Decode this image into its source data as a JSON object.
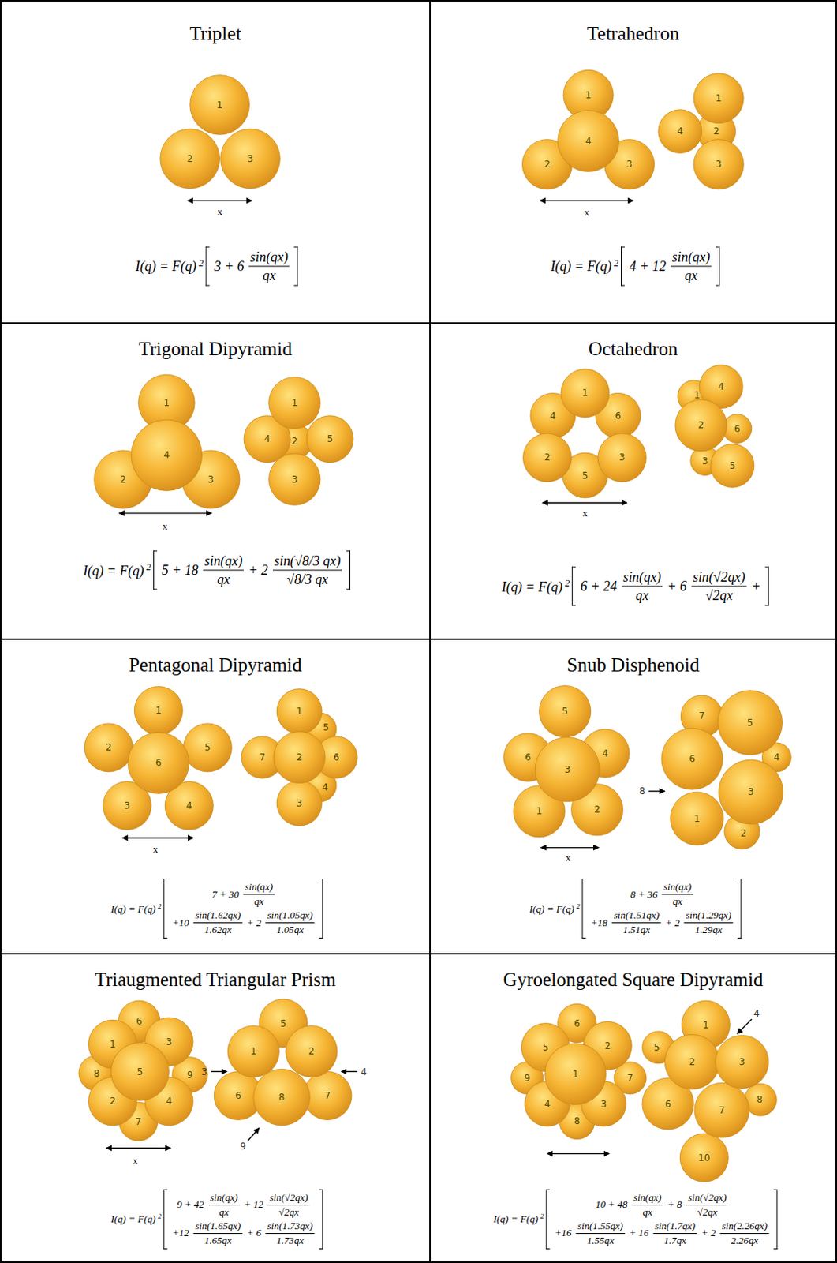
{
  "diagram": {
    "nodes": [
      {
        "text": [
          "Triplet"
        ]
      },
      {
        "text": [
          "Tetrahedron"
        ]
      },
      {
        "text": [
          "Trigonal Dipyramid"
        ]
      },
      {
        "text": [
          "Octahedron"
        ]
      },
      {
        "text": [
          "Pentagonal Dipyramid"
        ]
      },
      {
        "text": [
          "Snub Disphenoid"
        ]
      },
      {
        "text": [
          "Triaugmented Triangular Prism"
        ]
      },
      {
        "text": [
          "Gyroelongated Square Dipyramid"
        ]
      }
    ],
    "labels": [
      "1",
      "2",
      "3",
      "x",
      "I(q) = F(q)",
      "2",
      "3 + 6",
      "sin(qx)",
      "qx",
      "1",
      "2",
      "3",
      "4",
      "2",
      "4",
      "1",
      "3",
      "x",
      "I(q) = F(q)",
      "2",
      "4 + 12",
      "sin(qx)",
      "qx",
      "1",
      "2",
      "3",
      "4",
      "2",
      "4",
      "5",
      "1",
      "3",
      "x",
      "I(q) = F(q)",
      "2",
      "5 + 18",
      "sin(qx)",
      "qx",
      "+ 2",
      "sin(√8/3 qx)",
      "√8/3 qx",
      "4",
      "6",
      "5",
      "1",
      "2",
      "3",
      "1",
      "6",
      "3",
      "4",
      "5",
      "2",
      "x",
      "I(q) = F(q)",
      "2",
      "6 + 24",
      "sin(qx)",
      "qx",
      "+ 6",
      "sin(√2qx)",
      "√2qx",
      "+",
      "1",
      "2",
      "5",
      "3",
      "4",
      "6",
      "5",
      "4",
      "7",
      "6",
      "1",
      "3",
      "2",
      "x",
      "I(q) = F(q)",
      "2",
      "7 + 30",
      "sin(qx)",
      "qx",
      "+10",
      "sin(1.62qx)",
      "1.62qx",
      "+ 2",
      "sin(1.05qx)",
      "1.05qx",
      "5",
      "6",
      "4",
      "1",
      "2",
      "3",
      "4",
      "2",
      "7",
      "1",
      "6",
      "5",
      "3",
      "8",
      "x",
      "I(q) = F(q)",
      "2",
      "8 + 36",
      "sin(qx)",
      "qx",
      "+18",
      "sin(1.51qx)",
      "1.51qx",
      "+ 2",
      "sin(1.29qx)",
      "1.29qx",
      "6",
      "8",
      "9",
      "7",
      "1",
      "3",
      "2",
      "4",
      "5",
      "5",
      "6",
      "7",
      "1",
      "2",
      "8",
      "3",
      "4",
      "9",
      "x",
      "I(q) = F(q)",
      "2",
      "9 + 42",
      "sin(qx)",
      "qx",
      "+ 12",
      "sin(√2qx)",
      "√2qx",
      "+12",
      "sin(1.65qx)",
      "1.65qx",
      "+ 6",
      "sin(1.73qx)",
      "1.73qx",
      "6",
      "9",
      "7",
      "8",
      "5",
      "2",
      "4",
      "3",
      "1",
      "5",
      "8",
      "1",
      "10",
      "6",
      "7",
      "2",
      "3",
      "4",
      "I(q) = F(q)",
      "2",
      "10 + 48",
      "sin(qx)",
      "qx",
      "+ 8",
      "sin(√2qx)",
      "√2qx",
      "+16",
      "sin(1.55qx)",
      "1.55qx",
      "+ 16",
      "sin(1.7qx)",
      "1.7qx",
      "+ 2",
      "sin(2.26qx)",
      "2.26qx"
    ]
  }
}
